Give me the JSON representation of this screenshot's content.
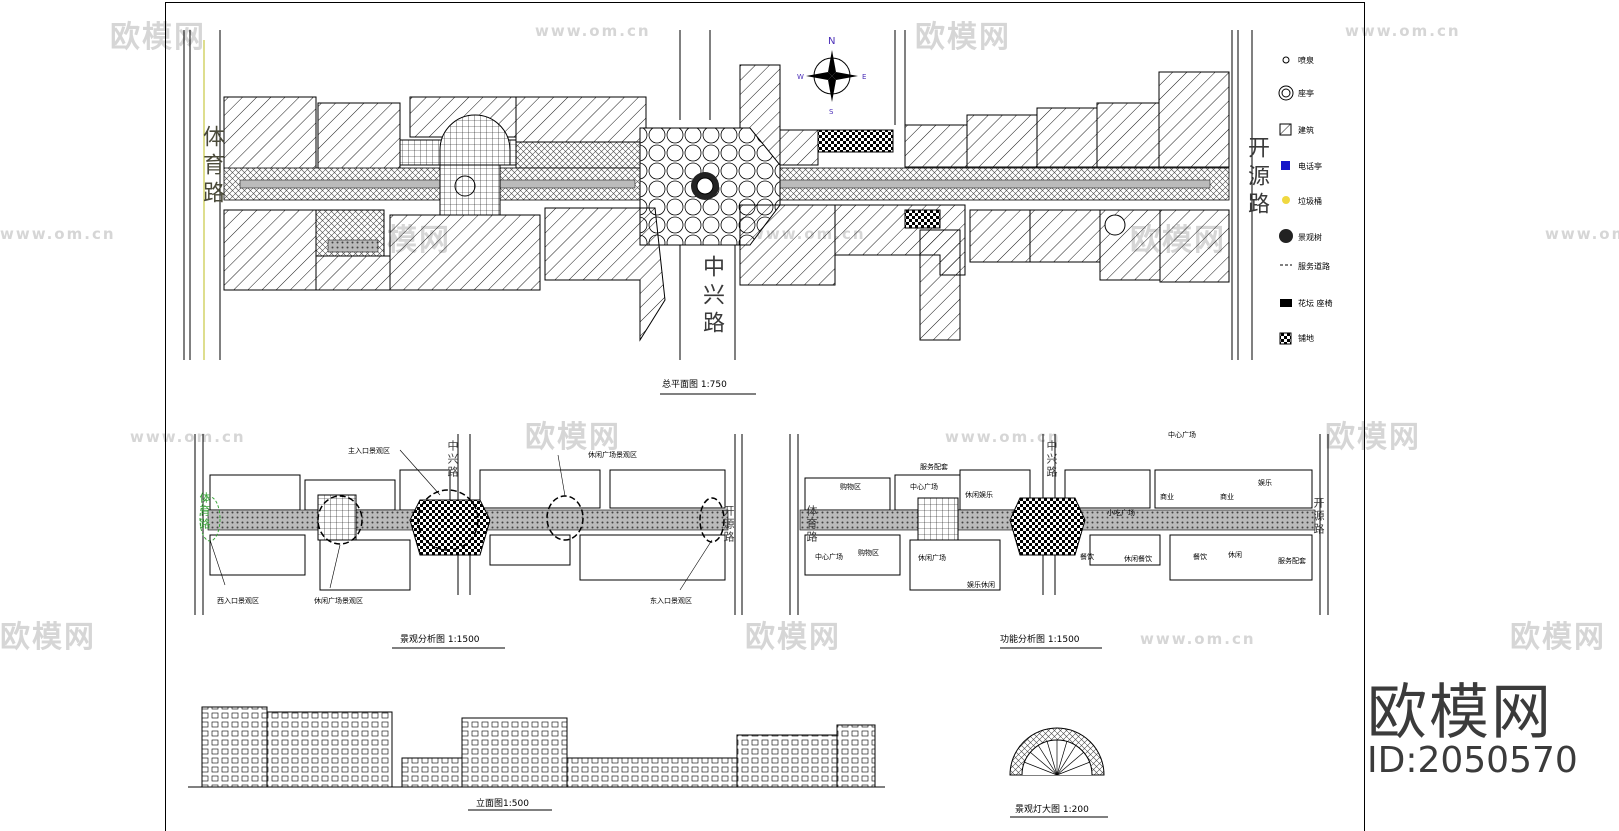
{
  "plan": {
    "caption": "总平面图 1:750",
    "roads": {
      "west": "体育路",
      "east": "开源路",
      "center": "中兴路"
    },
    "compass": {
      "n": "N",
      "s": "S",
      "e": "E",
      "w": "W"
    }
  },
  "legend": [
    {
      "icon": "fountain-icon",
      "label": "喷泉"
    },
    {
      "icon": "ring-icon",
      "label": "座亭"
    },
    {
      "icon": "hatch-icon",
      "label": "建筑"
    },
    {
      "icon": "phone-booth-icon",
      "label": "电话亭"
    },
    {
      "icon": "trash-bin-icon",
      "label": "垃圾桶"
    },
    {
      "icon": "tree-icon",
      "label": "景观树"
    },
    {
      "icon": "dash-line-icon",
      "label": "服务道路"
    },
    {
      "icon": "bench-icon",
      "label": "花坛 座椅"
    },
    {
      "icon": "pavement-icon",
      "label": "铺地"
    }
  ],
  "landscape_plan": {
    "caption": "景观分析图 1:1500",
    "road_center": "中兴路",
    "road_west": "体育路",
    "road_east": "开源路",
    "annotations": [
      "主入口景观区",
      "休闲广场景观区",
      "西入口景观区",
      "休闲广场景观区",
      "东入口景观区"
    ]
  },
  "function_plan": {
    "caption": "功能分析图 1:1500",
    "road_center": "中兴路",
    "road_west": "体育路",
    "road_east": "开源路",
    "annotations": [
      "服务配套",
      "中心广场",
      "休闲娱乐",
      "购物区",
      "中心广场",
      "购物区",
      "休闲广场",
      "餐饮",
      "餐饮",
      "休闲",
      "娱乐",
      "商业",
      "中心广场",
      "小吃广场",
      "商业",
      "休闲餐饮",
      "娱乐休闲",
      "服务配套"
    ]
  },
  "elevation": {
    "caption": "立面图1:500"
  },
  "detail": {
    "caption": "景观灯大图 1:200"
  },
  "watermark": {
    "brand": "欧模网",
    "url": "www.om.cn"
  },
  "brand_panel": {
    "name": "欧模网",
    "id": "ID:2050570"
  }
}
